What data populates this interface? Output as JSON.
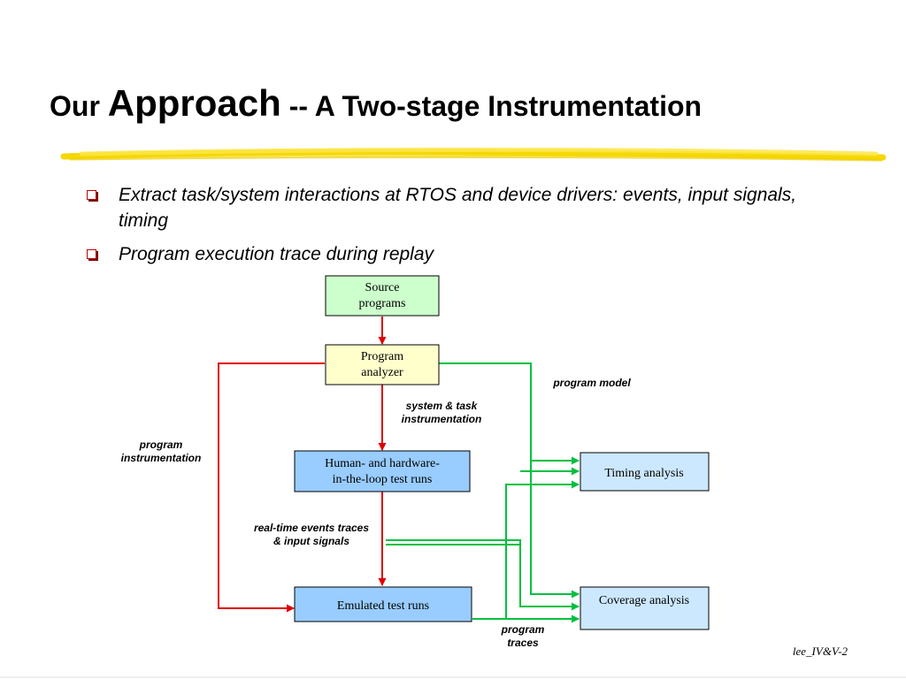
{
  "slide": {
    "title_part1": "Our ",
    "title_part2": "Approach",
    "title_part3": " -- A Two-stage Instrumentation",
    "bullets": [
      "Extract task/system interactions at RTOS and device drivers: events, input signals, timing",
      "Program execution trace during replay"
    ],
    "footer": "lee_IV&V-2"
  },
  "diagram": {
    "boxes": {
      "source": [
        "Source",
        "programs"
      ],
      "analyzer": [
        "Program",
        "analyzer"
      ],
      "hil": [
        "Human- and hardware-",
        "in-the-loop test runs"
      ],
      "emulated": [
        "Emulated test runs"
      ],
      "timing": [
        "Timing analysis"
      ],
      "coverage": [
        "Coverage analysis"
      ]
    },
    "labels": {
      "program_model": [
        "program model"
      ],
      "system_task": [
        "system & task",
        "instrumentation"
      ],
      "program_instr": [
        "program",
        "instrumentation"
      ],
      "realtime": [
        "real-time events traces",
        "& input signals"
      ],
      "program_traces": [
        "program",
        "traces"
      ]
    },
    "colors": {
      "source_fill": "#ccffcc",
      "analyzer_fill": "#ffffcc",
      "run_fill": "#99ccff",
      "analysis_fill": "#cce8ff",
      "red_arrow": "#e00000",
      "green_arrow": "#00c040",
      "highlight": "#f5d800"
    }
  }
}
